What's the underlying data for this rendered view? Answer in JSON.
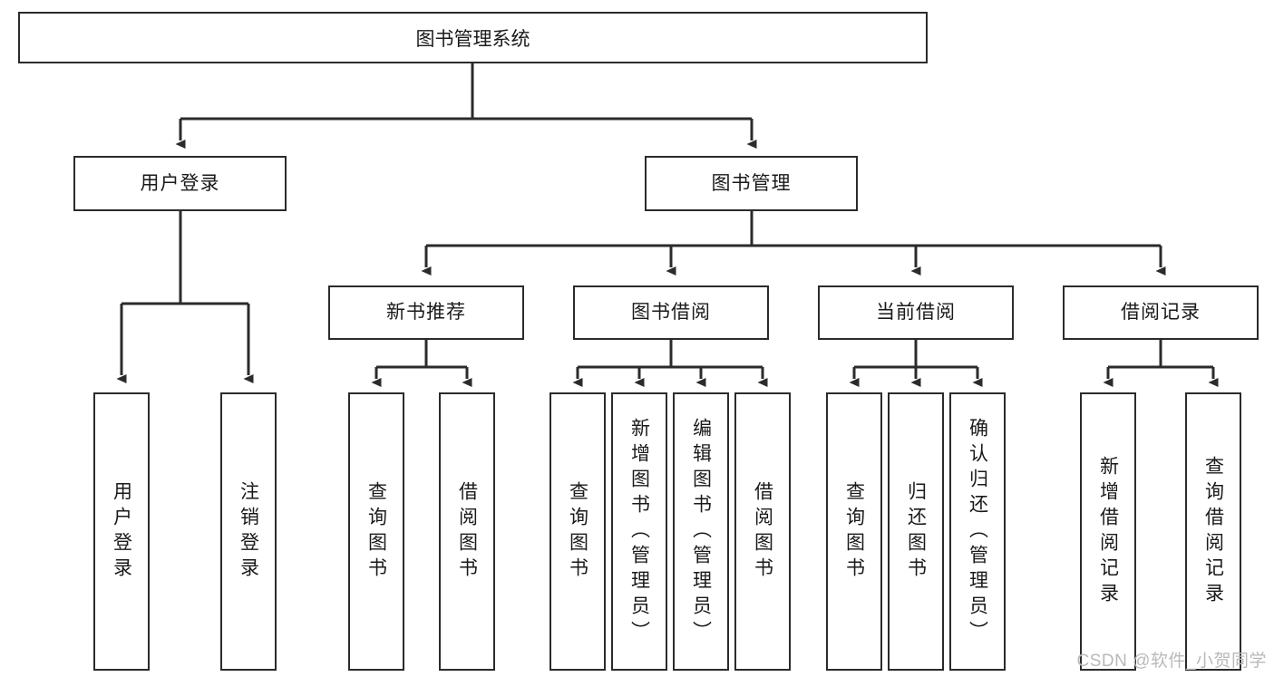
{
  "diagram": {
    "type": "tree-hierarchy-chart",
    "title": "图书管理系统",
    "root": {
      "label": "图书管理系统"
    },
    "level2": [
      {
        "label": "用户登录"
      },
      {
        "label": "图书管理"
      }
    ],
    "level3": [
      {
        "label": "新书推荐"
      },
      {
        "label": "图书借阅"
      },
      {
        "label": "当前借阅"
      },
      {
        "label": "借阅记录"
      }
    ],
    "leaves": [
      {
        "label": "用户登录",
        "parent": "用户登录"
      },
      {
        "label": "注销登录",
        "parent": "用户登录"
      },
      {
        "label": "查询图书",
        "parent": "新书推荐"
      },
      {
        "label": "借阅图书",
        "parent": "新书推荐"
      },
      {
        "label": "查询图书",
        "parent": "图书借阅"
      },
      {
        "label": "新增图书（管理员）",
        "parent": "图书借阅"
      },
      {
        "label": "编辑图书（管理员）",
        "parent": "图书借阅"
      },
      {
        "label": "借阅图书",
        "parent": "图书借阅"
      },
      {
        "label": "查询图书",
        "parent": "当前借阅"
      },
      {
        "label": "归还图书",
        "parent": "当前借阅"
      },
      {
        "label": "确认归还（管理员）",
        "parent": "当前借阅"
      },
      {
        "label": "新增借阅记录",
        "parent": "借阅记录"
      },
      {
        "label": "查询借阅记录",
        "parent": "借阅记录"
      }
    ]
  },
  "watermark": {
    "text": "CSDN @软件_小贺同学"
  },
  "colors": {
    "stroke": "#2b2b2b",
    "background": "#ffffff",
    "text": "#1a1a1a",
    "watermark": "#b9b9b9"
  }
}
